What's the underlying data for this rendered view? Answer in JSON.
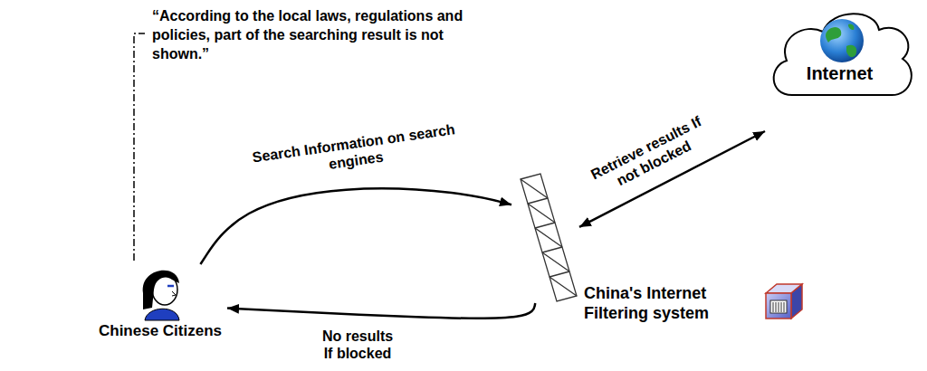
{
  "diagram": {
    "nodes": [
      {
        "text": [
          "Chinese Citizens"
        ]
      },
      {
        "text": [
          "China's Internet Filtering system"
        ]
      },
      {
        "text": [
          "Internet"
        ]
      }
    ],
    "edges": [
      {
        "from": 0,
        "to": 1,
        "arrow": "to",
        "label": "Search Information on search engines"
      },
      {
        "from": 1,
        "to": 2,
        "arrow": "both",
        "label": "Retrieve results If not blocked"
      },
      {
        "from": 1,
        "to": 0,
        "arrow": "to",
        "label": "No results If blocked"
      }
    ],
    "labels": [
      "“According to the local laws, regulations and policies, part of the searching result is not shown.”"
    ]
  }
}
